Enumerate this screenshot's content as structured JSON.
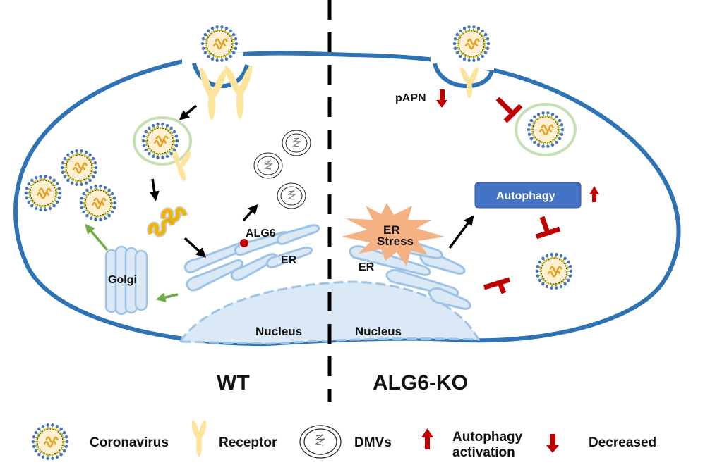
{
  "figure": {
    "panels": {
      "left": {
        "title": "WT"
      },
      "right": {
        "title": "ALG6-KO"
      }
    },
    "labels": {
      "golgi": "Golgi",
      "er_left": "ER",
      "er_right": "ER",
      "alg6": "ALG6",
      "nucleus_left": "Nucleus",
      "nucleus_right": "Nucleus",
      "er_stress_line1": "ER",
      "er_stress_line2": "Stress",
      "autophagy": "Autophagy",
      "papn": "pAPN"
    },
    "colors": {
      "membrane": "#2e74b5",
      "nucleus_fill": "#dbe8f5",
      "er_fill": "#dbe8f5",
      "er_stroke": "#9dc3e6",
      "receptor": "#fde49c",
      "endosome": "#c5e0b4",
      "virus_core": "#fdf0d0",
      "virus_rna": "#e6a020",
      "spike_blue": "#4472c4",
      "spike_green": "#70ad47",
      "spike_yellow": "#ffc000",
      "inhibit_red": "#c00000",
      "green_arrow": "#70ad47",
      "autophagy_box": "#4472c4",
      "er_stress": "#f4b183",
      "divider": "#000000"
    }
  },
  "legend": {
    "items": [
      {
        "icon": "coronavirus-icon",
        "label": "Coronavirus"
      },
      {
        "icon": "receptor-icon",
        "label": "Receptor"
      },
      {
        "icon": "dmv-icon",
        "label": "DMVs"
      },
      {
        "icon": "up-arrow-icon",
        "label_line1": "Autophagy",
        "label_line2": "activation"
      },
      {
        "icon": "down-arrow-icon",
        "label": "Decreased"
      }
    ]
  }
}
